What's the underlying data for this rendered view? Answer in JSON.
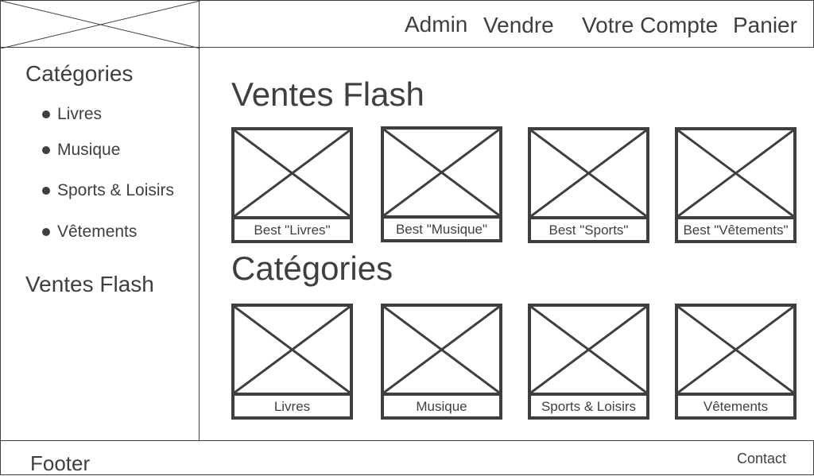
{
  "header": {
    "nav": [
      "Admin",
      "Vendre",
      "Votre Compte",
      "Panier"
    ]
  },
  "sidebar": {
    "categories_title": "Catégories",
    "items": [
      "Livres",
      "Musique",
      "Sports & Loisirs",
      "Vêtements"
    ],
    "flash_title": "Ventes Flash"
  },
  "main": {
    "flash_title": "Ventes Flash",
    "flash_cards": [
      "Best \"Livres\"",
      "Best \"Musique\"",
      "Best \"Sports\"",
      "Best \"Vêtements\""
    ],
    "categories_title": "Catégories",
    "category_cards": [
      "Livres",
      "Musique",
      "Sports & Loisirs",
      "Vêtements"
    ]
  },
  "footer": {
    "title": "Footer",
    "contact": "Contact"
  },
  "colors": {
    "stroke": "#3f3f3f",
    "background": "#ffffff"
  }
}
